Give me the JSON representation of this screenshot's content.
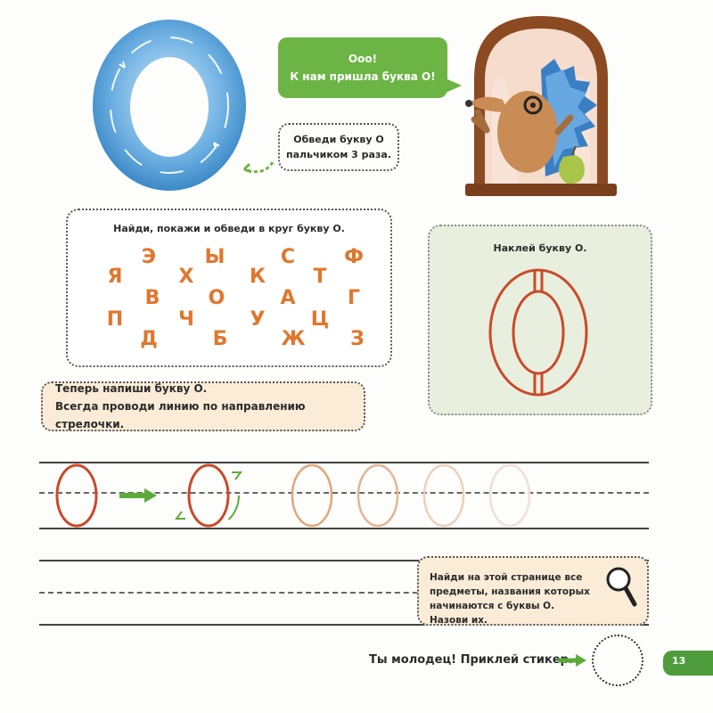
{
  "speech_bubble": {
    "line1": "Ооо!",
    "line2": "К нам пришла буква О!"
  },
  "trace_instruction": {
    "line1": "Обведи букву О",
    "line2": "пальчиком 3 раза."
  },
  "find_task": {
    "title": "Найди, покажи и обведи в круг букву О.",
    "letters": [
      "Э",
      "Ы",
      "С",
      "Ф",
      "Я",
      "Х",
      "К",
      "Т",
      "В",
      "О",
      "А",
      "Г",
      "П",
      "Ч",
      "У",
      "Ц",
      "Д",
      "Б",
      "Ж",
      "З"
    ]
  },
  "sticker_task": {
    "title": "Наклей букву О."
  },
  "write_task": {
    "line1": "Теперь напиши букву О.",
    "line2": "Всегда проводи линию по направлению стрелочки."
  },
  "objects_task": {
    "text": "Найди на этой странице все предметы, названия которых начинаются с буквы О. Назови их."
  },
  "footer": {
    "praise": "Ты молодец! Приклей стикер.",
    "page_number": "13"
  },
  "colors": {
    "bubble_green": "#6cb545",
    "letter_orange": "#e0772d",
    "letter_outline_red": "#c94a2a",
    "sticker_bg": "#e9efdf",
    "note_bg": "#faecd7",
    "page_tab_green": "#4f9c3c"
  }
}
